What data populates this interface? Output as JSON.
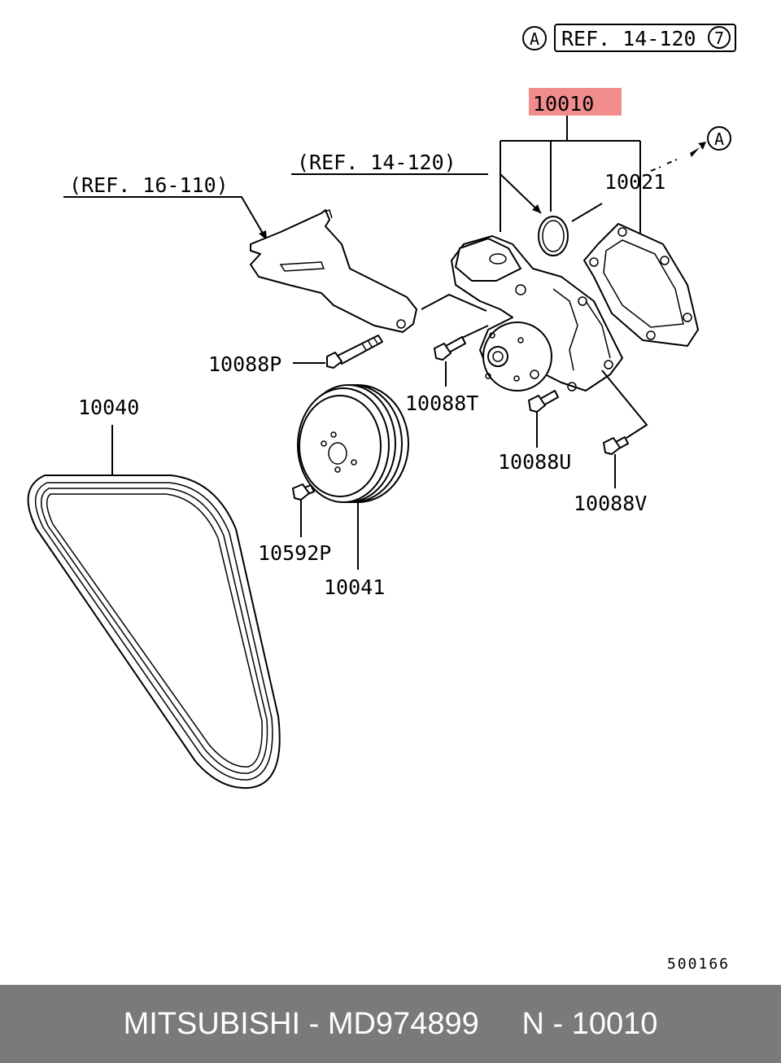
{
  "diagram": {
    "ref_top_circle": "A",
    "ref_top_box": "REF. 14-120",
    "ref_top_box_num": "7",
    "highlight_part": "10010",
    "highlight_color": "#f08c8c",
    "arrow_circle": "A",
    "ref_mid": "(REF. 14-120)",
    "ref_left": "(REF. 16-110)",
    "labels": {
      "gasket": "10021",
      "bolt_p": "10088P",
      "belt": "10040",
      "bolt_t": "10088T",
      "bolt_u": "10088U",
      "bolt_v": "10088V",
      "pulley_bolt": "10592P",
      "pulley": "10041"
    },
    "drawing_no": "500166"
  },
  "footer": {
    "text": "MITSUBISHI - MD974899     N - 10010",
    "background": "#7a7a7a"
  }
}
